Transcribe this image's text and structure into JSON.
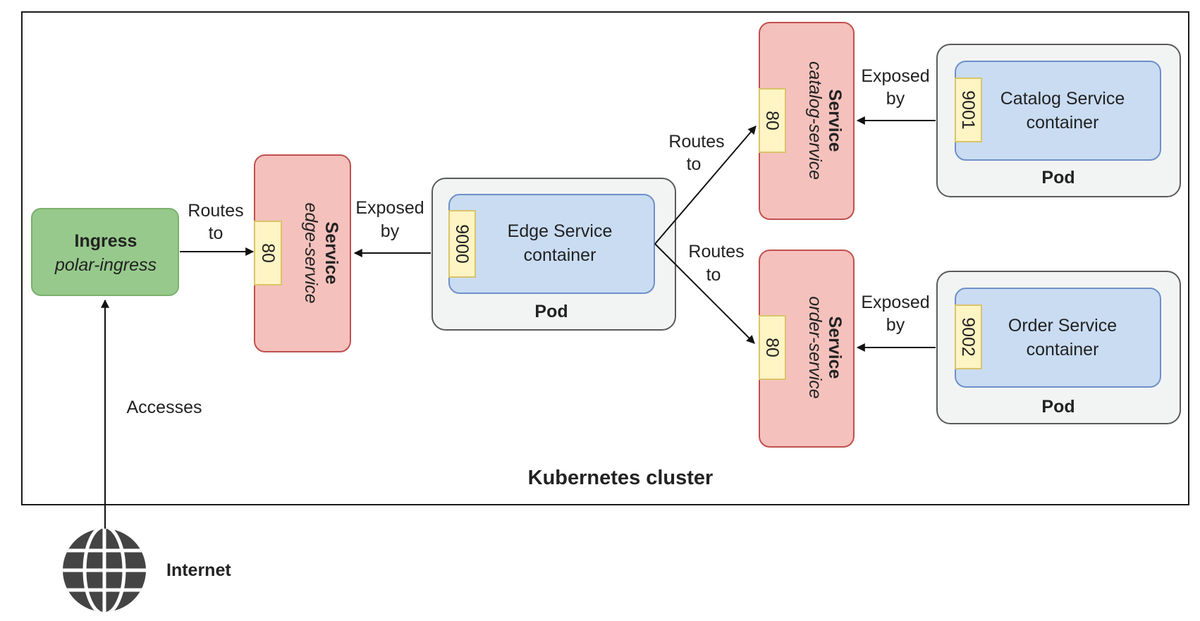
{
  "cluster": {
    "label": "Kubernetes cluster"
  },
  "ingress": {
    "title": "Ingress",
    "name": "polar-ingress"
  },
  "edge_service": {
    "title": "Service",
    "name": "edge-service",
    "port": "80"
  },
  "catalog_service": {
    "title": "Service",
    "name": "catalog-service",
    "port": "80"
  },
  "order_service": {
    "title": "Service",
    "name": "order-service",
    "port": "80"
  },
  "edge_pod": {
    "label": "Pod",
    "container_line1": "Edge Service",
    "container_line2": "container",
    "port": "9000"
  },
  "catalog_pod": {
    "label": "Pod",
    "container_line1": "Catalog Service",
    "container_line2": "container",
    "port": "9001"
  },
  "order_pod": {
    "label": "Pod",
    "container_line1": "Order Service",
    "container_line2": "container",
    "port": "9002"
  },
  "edges": {
    "routes_line1": "Routes",
    "routes_line2": "to",
    "exposed_line1": "Exposed",
    "exposed_line2": "by",
    "accesses": "Accesses"
  },
  "internet": {
    "label": "Internet",
    "icon": "globe-icon"
  }
}
